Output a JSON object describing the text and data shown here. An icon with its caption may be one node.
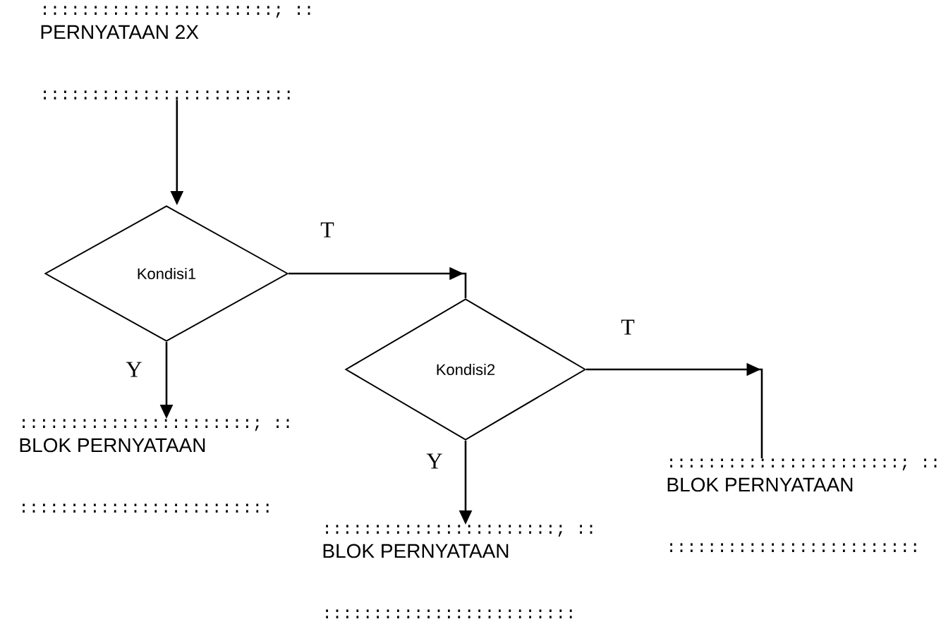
{
  "diagram": {
    "nodes": [
      {
        "text": [
          ":::::::::::::::::::::::; ::",
          "PERNYATAAN 2X",
          ":::::::::::::::::::::::::"
        ]
      },
      {
        "text": [
          "Kondisi1"
        ]
      },
      {
        "text": [
          "Kondisi2"
        ]
      },
      {
        "text": [
          ":::::::::::::::::::::::; ::",
          "BLOK PERNYATAAN",
          ":::::::::::::::::::::::::"
        ]
      },
      {
        "text": [
          ":::::::::::::::::::::::; ::",
          "BLOK PERNYATAAN",
          ":::::::::::::::::::::::::"
        ]
      },
      {
        "text": [
          ":::::::::::::::::::::::; ::",
          "BLOK PERNYATAAN",
          ":::::::::::::::::::::::::"
        ]
      }
    ],
    "edges": [
      {
        "from": 0,
        "to": 1,
        "arrow": "to"
      },
      {
        "from": 1,
        "to": 2,
        "arrow": "to",
        "label": "T"
      },
      {
        "from": 1,
        "to": 3,
        "arrow": "to",
        "label": "Y"
      },
      {
        "from": 2,
        "to": 5,
        "arrow": "to",
        "label": "T"
      },
      {
        "from": 2,
        "to": 4,
        "arrow": "to",
        "label": "Y"
      }
    ]
  }
}
